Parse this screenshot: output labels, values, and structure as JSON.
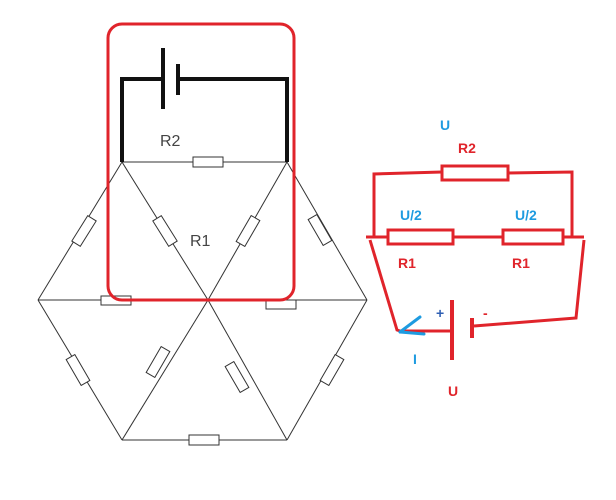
{
  "colors": {
    "wire": "#333333",
    "highlight": "#e0242b",
    "battery": "#111111",
    "accent_blue": "#1e9be0",
    "plus_blue": "#2f5fb3"
  },
  "left_figure": {
    "label_r2": "R2",
    "label_r1": "R1"
  },
  "right_figure": {
    "top_u": "U",
    "r2": "R2",
    "left_half": "U/2",
    "right_half": "U/2",
    "r1_left": "R1",
    "r1_right": "R1",
    "plus": "+",
    "minus": "-",
    "current": "I",
    "bottom_u": "U"
  }
}
